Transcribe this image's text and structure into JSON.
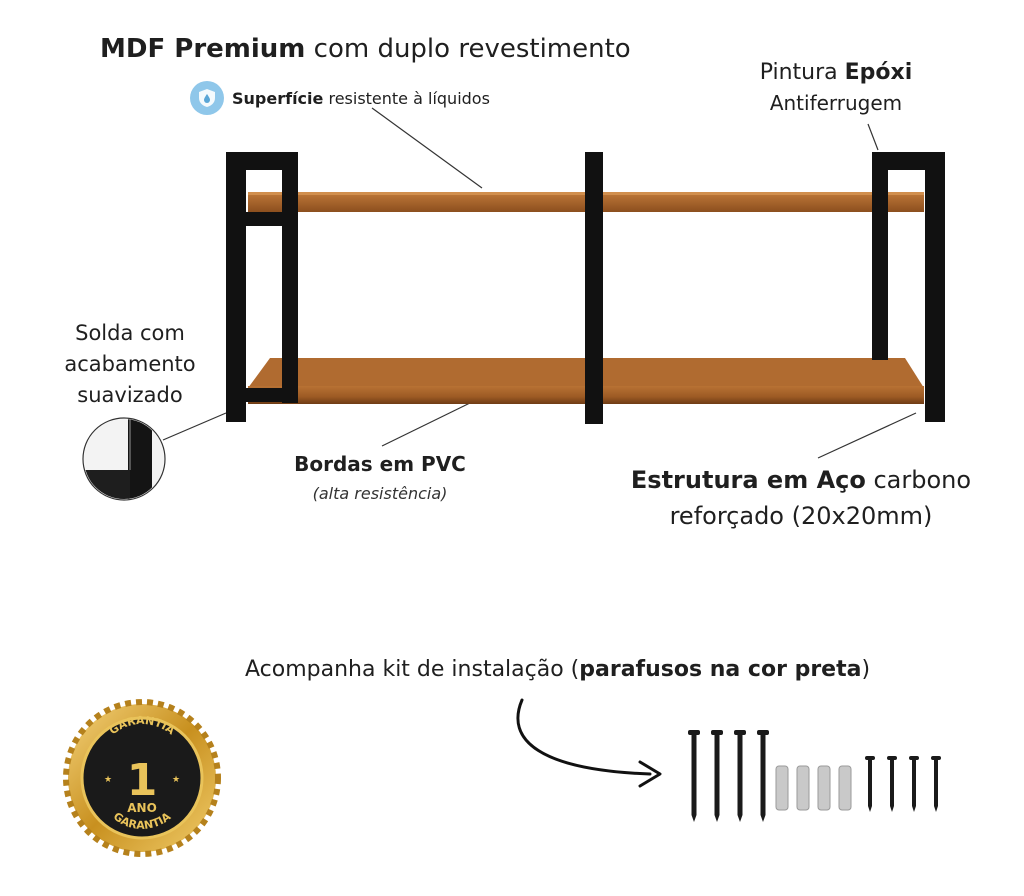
{
  "labels": {
    "mdf_bold": "MDF Premium",
    "mdf_rest": " com duplo revestimento",
    "surface_bold": "Superfície",
    "surface_rest": " resistente à líquidos",
    "pintura_prefix": "Pintura ",
    "pintura_bold": "Epóxi",
    "pintura_line2": "Antiferrugem",
    "solda_l1": "Solda com",
    "solda_l2": "acabamento",
    "solda_l3": "suavizado",
    "bordas_l1": "Bordas em PVC",
    "bordas_l2": "(alta resistência)",
    "estrutura_bold": "Estrutura em Aço",
    "estrutura_rest": " carbono",
    "estrutura_l2": "reforçado (20x20mm)",
    "kit_prefix": "Acompanha kit de instalação (",
    "kit_bold": "parafusos na cor preta",
    "kit_suffix": ")"
  },
  "badge": {
    "top_text": "GARANTIA",
    "number": "1",
    "unit": "ANO",
    "bottom_text": "GARANTIA"
  },
  "icons": {
    "surface": "water-drop-shield-icon",
    "badge": "warranty-seal-icon",
    "arrow": "curved-arrow-icon"
  },
  "colors": {
    "wood": "#a8642a",
    "wood_dark": "#7a4418",
    "steel": "#111111",
    "badge_gold": "#d9a431",
    "badge_dark": "#1a1a1a",
    "drop_blue": "#8fc7ea"
  }
}
